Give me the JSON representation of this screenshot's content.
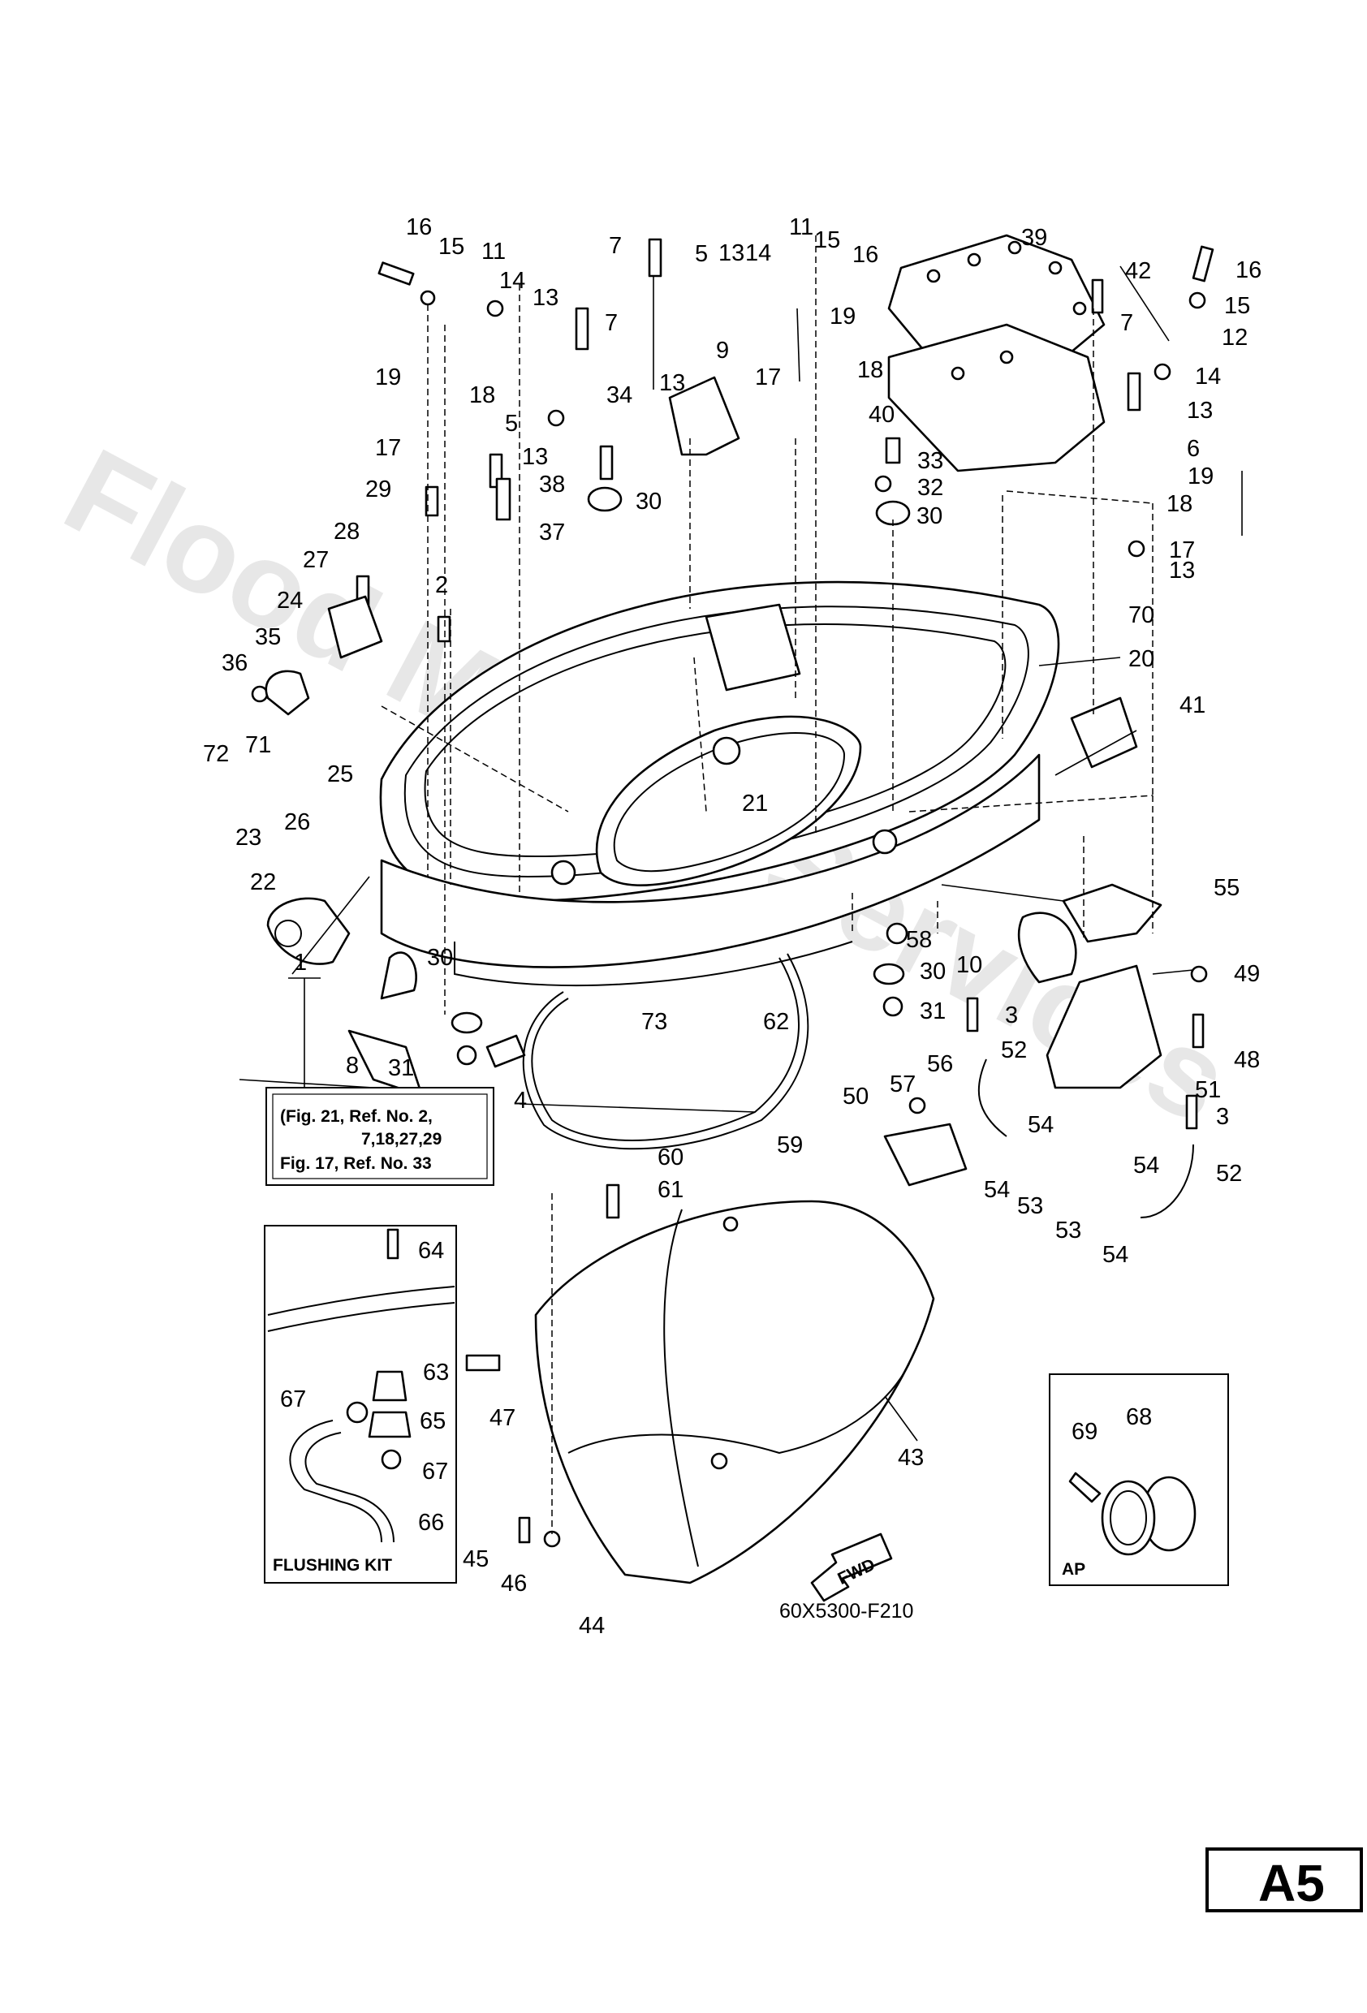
{
  "watermark": "Flood Marine Services",
  "figure_code": "60X5300-F210",
  "page_tag": "A5",
  "reference_box": {
    "line1": "(Fig. 21, Ref. No. 2,",
    "line2": "7,18,27,29",
    "line3": "Fig. 17, Ref. No. 33"
  },
  "flushing_kit_title": "FLUSHING KIT",
  "ap_box_title": "AP",
  "fwd_label": "FWD",
  "labels": {
    "l1": "1",
    "l2": "2",
    "l3a": "3",
    "l3b": "3",
    "l4": "4",
    "l5a": "5",
    "l5b": "5",
    "l6": "6",
    "l7a": "7",
    "l7b": "7",
    "l7c": "7",
    "l8": "8",
    "l9": "9",
    "l10": "10",
    "l11a": "11",
    "l11b": "11",
    "l12": "12",
    "l13a": "13",
    "l13b": "13",
    "l13c": "13",
    "l13d": "13",
    "l13e": "13",
    "l13f": "13",
    "l14a": "14",
    "l14b": "14",
    "l14c": "14",
    "l15a": "15",
    "l15b": "15",
    "l15c": "15",
    "l16a": "16",
    "l16b": "16",
    "l16c": "16",
    "l17a": "17",
    "l17b": "17",
    "l17c": "17",
    "l18a": "18",
    "l18b": "18",
    "l18c": "18",
    "l19a": "19",
    "l19b": "19",
    "l19c": "19",
    "l20": "20",
    "l21": "21",
    "l22": "22",
    "l23": "23",
    "l24": "24",
    "l25": "25",
    "l26": "26",
    "l27": "27",
    "l28": "28",
    "l29": "29",
    "l30a": "30",
    "l30b": "30",
    "l30c": "30",
    "l30d": "30",
    "l31a": "31",
    "l31b": "31",
    "l32": "32",
    "l33": "33",
    "l34": "34",
    "l35": "35",
    "l36": "36",
    "l37": "37",
    "l38": "38",
    "l39": "39",
    "l40": "40",
    "l41": "41",
    "l42": "42",
    "l43": "43",
    "l44": "44",
    "l45": "45",
    "l46": "46",
    "l47": "47",
    "l48": "48",
    "l49": "49",
    "l50": "50",
    "l51": "51",
    "l52a": "52",
    "l52b": "52",
    "l53a": "53",
    "l53b": "53",
    "l54a": "54",
    "l54b": "54",
    "l54c": "54",
    "l54d": "54",
    "l55": "55",
    "l56": "56",
    "l57": "57",
    "l58": "58",
    "l59": "59",
    "l60": "60",
    "l61": "61",
    "l62": "62",
    "l63": "63",
    "l64": "64",
    "l65": "65",
    "l66": "66",
    "l67a": "67",
    "l67b": "67",
    "l68": "68",
    "l69": "69",
    "l70": "70",
    "l71": "71",
    "l72": "72",
    "l73": "73"
  }
}
